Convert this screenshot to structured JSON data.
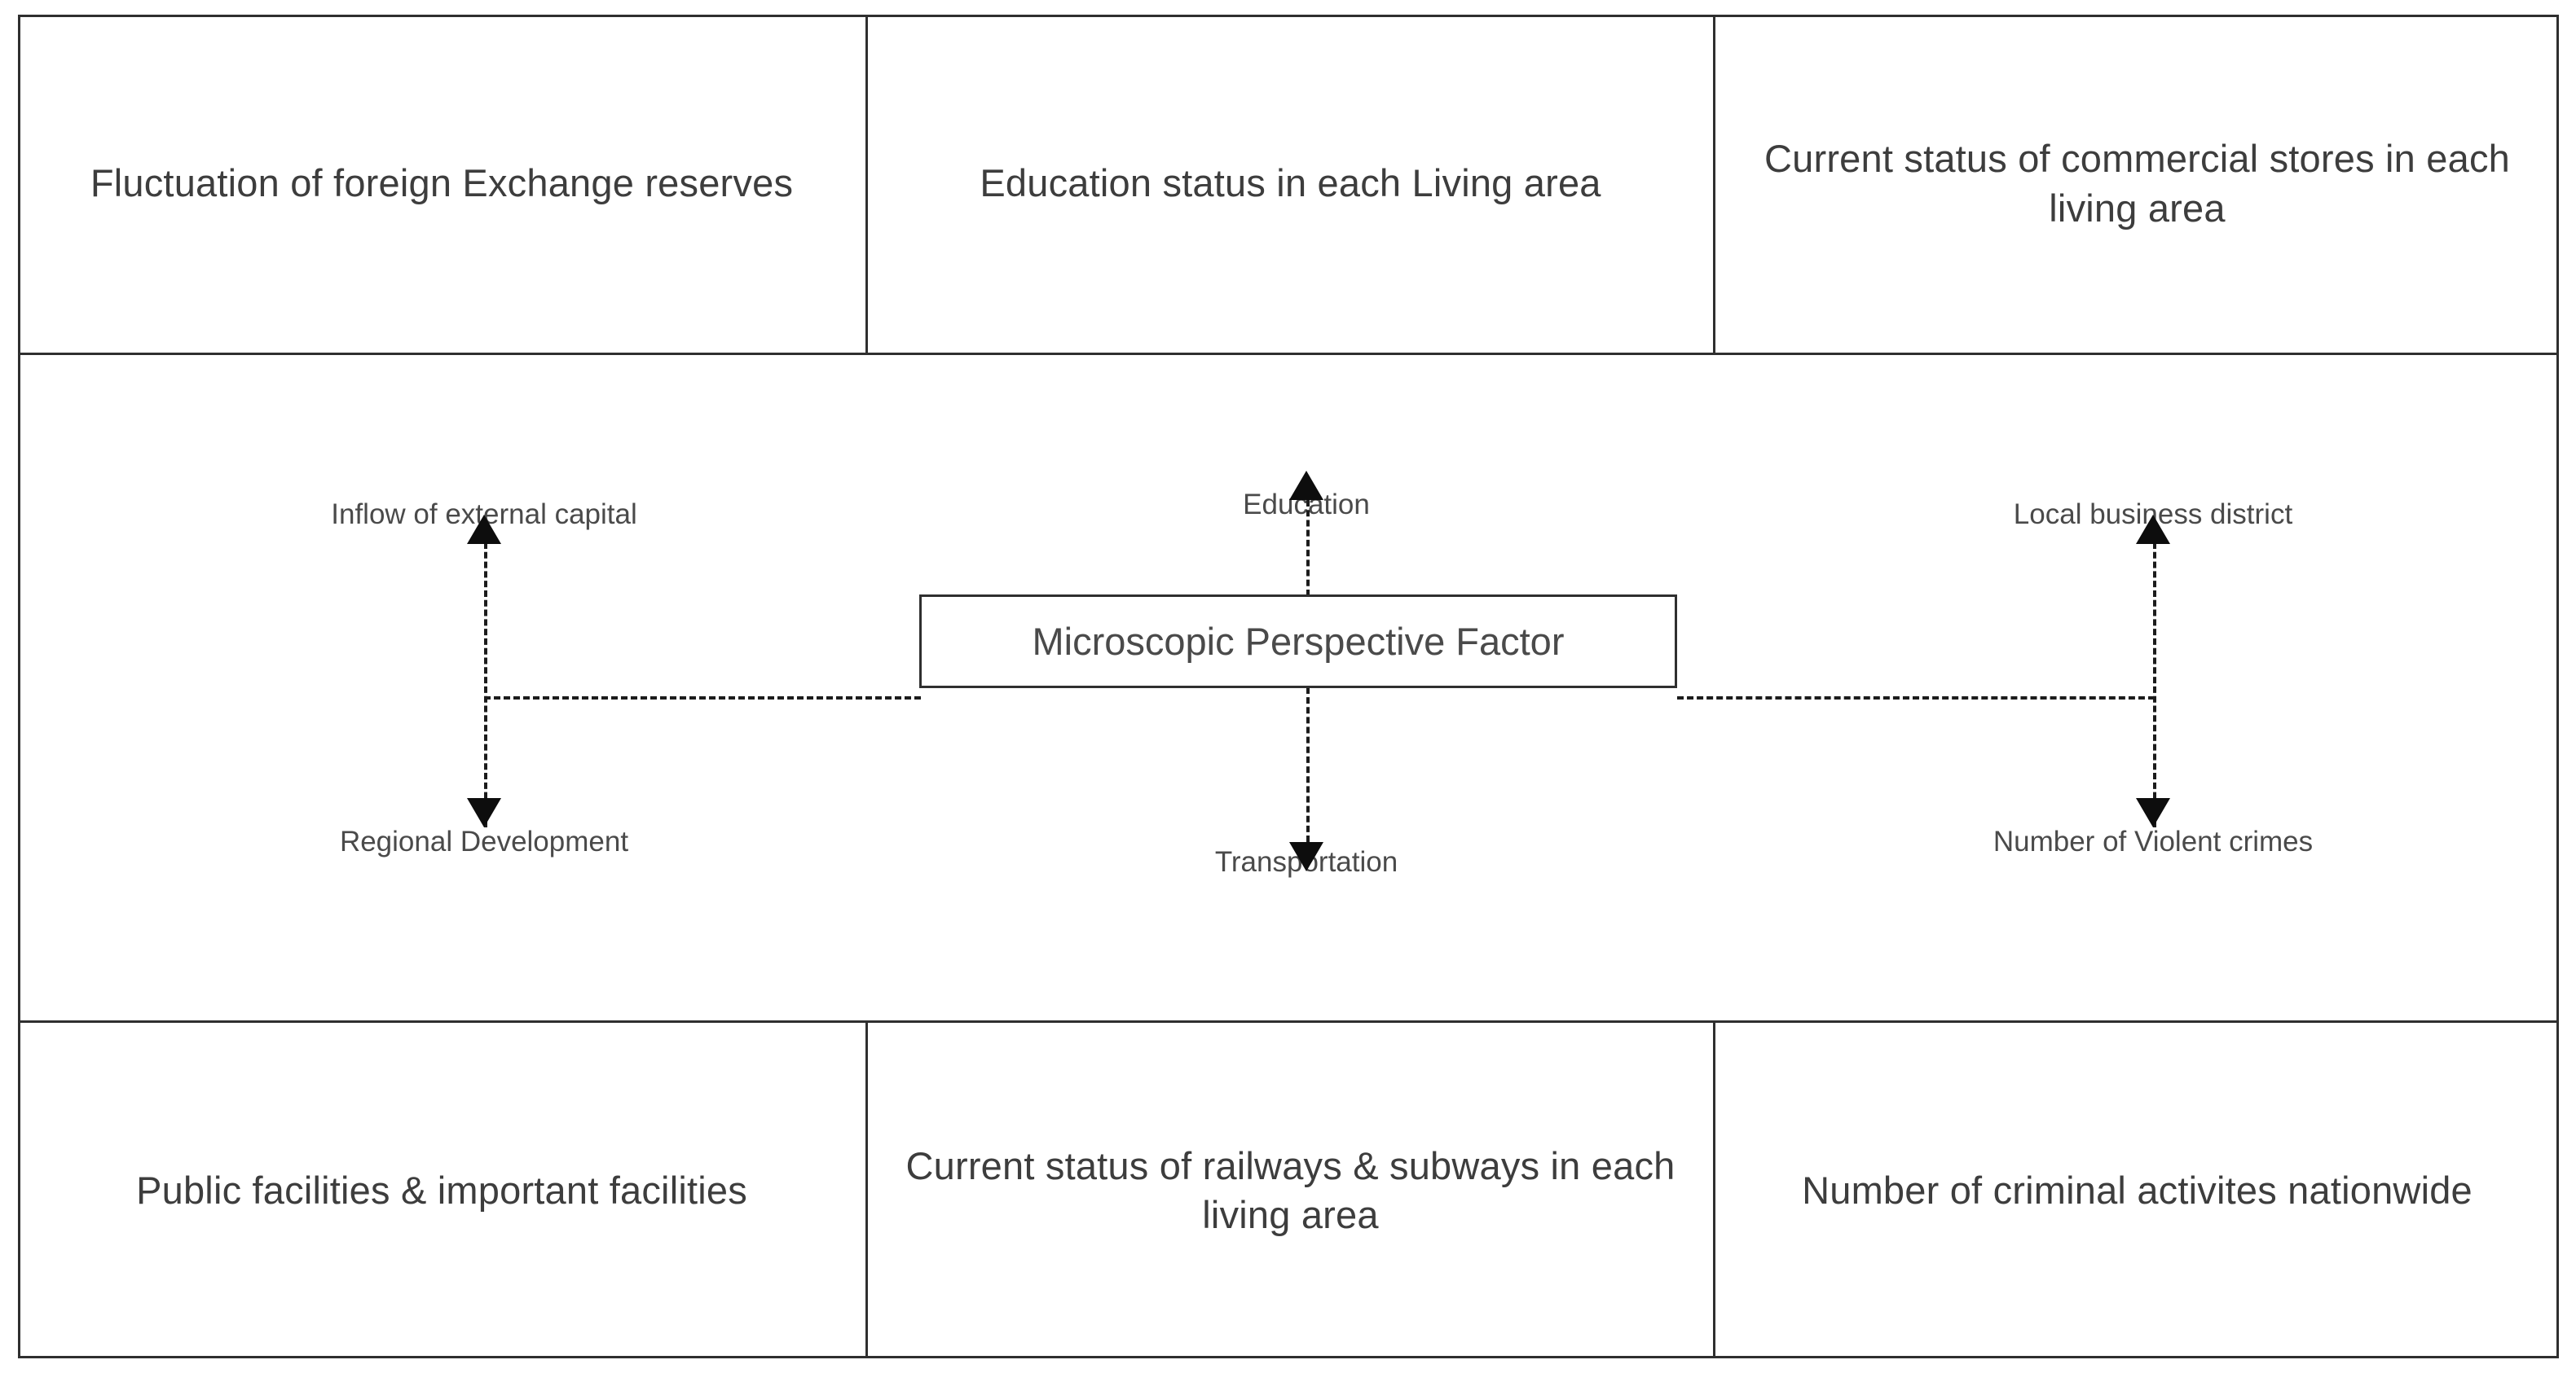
{
  "diagram": {
    "title": "Microscopic Perspective Factor framework",
    "center_node": {
      "label": "Microscopic Perspective Factor"
    },
    "factors": [
      {
        "id": "inflow-of-external-capital",
        "label": "Inflow of external capital",
        "position": "top-left"
      },
      {
        "id": "education",
        "label": "Education",
        "position": "top-center"
      },
      {
        "id": "local-business-district",
        "label": "Local business district",
        "position": "top-right"
      },
      {
        "id": "regional-development",
        "label": "Regional Development",
        "position": "bottom-left"
      },
      {
        "id": "transportation",
        "label": "Transportation",
        "position": "bottom-center"
      },
      {
        "id": "number-of-violent-crimes",
        "label": "Number of Violent crimes",
        "position": "bottom-right"
      }
    ],
    "header_cells": [
      {
        "id": "foreign-exchange-reserves",
        "label": "Fluctuation of foreign Exchange reserves"
      },
      {
        "id": "education-status",
        "label": "Education status in each Living area"
      },
      {
        "id": "commercial-stores",
        "label": "Current status of commercial stores in each living area"
      }
    ],
    "footer_cells": [
      {
        "id": "public-facilities",
        "label": "Public facilities & important facilities"
      },
      {
        "id": "railways-subways",
        "label": "Current status of railways & subways in each living area"
      },
      {
        "id": "criminal-activities",
        "label": "Number of criminal activites nationwide"
      }
    ],
    "connectors": [
      {
        "id": "left-vertical",
        "style": "dashed",
        "arrowheads": "both"
      },
      {
        "id": "center-vertical",
        "style": "dashed",
        "arrowheads": "both"
      },
      {
        "id": "right-vertical",
        "style": "dashed",
        "arrowheads": "both"
      },
      {
        "id": "left-horizontal",
        "style": "dashed",
        "arrowheads": "none"
      },
      {
        "id": "right-horizontal",
        "style": "dashed",
        "arrowheads": "none"
      }
    ],
    "colors": {
      "border": "#2f2f2f",
      "text": "#3d3d3d",
      "label_text": "#4a4a4a",
      "connector": "#1c1c1c",
      "background": "#ffffff"
    }
  }
}
